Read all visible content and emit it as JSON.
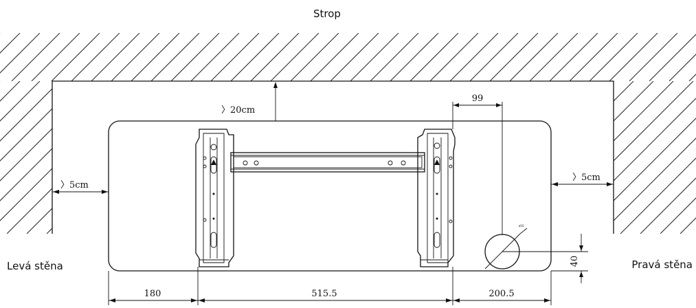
{
  "labels": {
    "ceiling": "Strop",
    "left_wall": "Levá stěna",
    "right_wall": "Pravá stěna",
    "top_clearance": "〉20cm",
    "left_clearance": "〉5cm",
    "right_clearance": "〉5cm",
    "hole_offset": "99",
    "hole_height": "40",
    "hole_diameter": "ø10"
  },
  "dimensions": {
    "left": "180",
    "middle": "515.5",
    "right": "200.5"
  }
}
